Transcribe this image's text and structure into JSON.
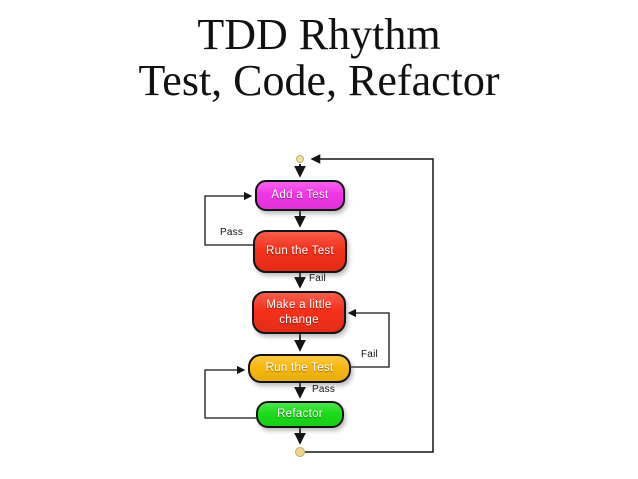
{
  "slide": {
    "title_line1": "TDD Rhythm",
    "title_line2": "Test, Code, Refactor"
  },
  "diagram": {
    "nodes": {
      "add_test": {
        "label": "Add a Test",
        "color": "#F136E6"
      },
      "run_test_1": {
        "label": "Run the Test",
        "color": "#F4301A"
      },
      "make_change": {
        "label": "Make a little change",
        "color": "#F4301A"
      },
      "run_test_2": {
        "label": "Run the Test",
        "color": "#F8B90F"
      },
      "refactor": {
        "label": "Refactor",
        "color": "#1BDC1B"
      }
    },
    "edge_labels": {
      "pass_top": "Pass",
      "fail_top": "Fail",
      "fail_right": "Fail",
      "pass_bottom": "Pass"
    },
    "markers": {
      "start_dot_color": "#EDDFA3",
      "end_dot_color": "#EDD78D"
    },
    "line_color": "#141414",
    "node_text_color": "#FFFFFF"
  }
}
